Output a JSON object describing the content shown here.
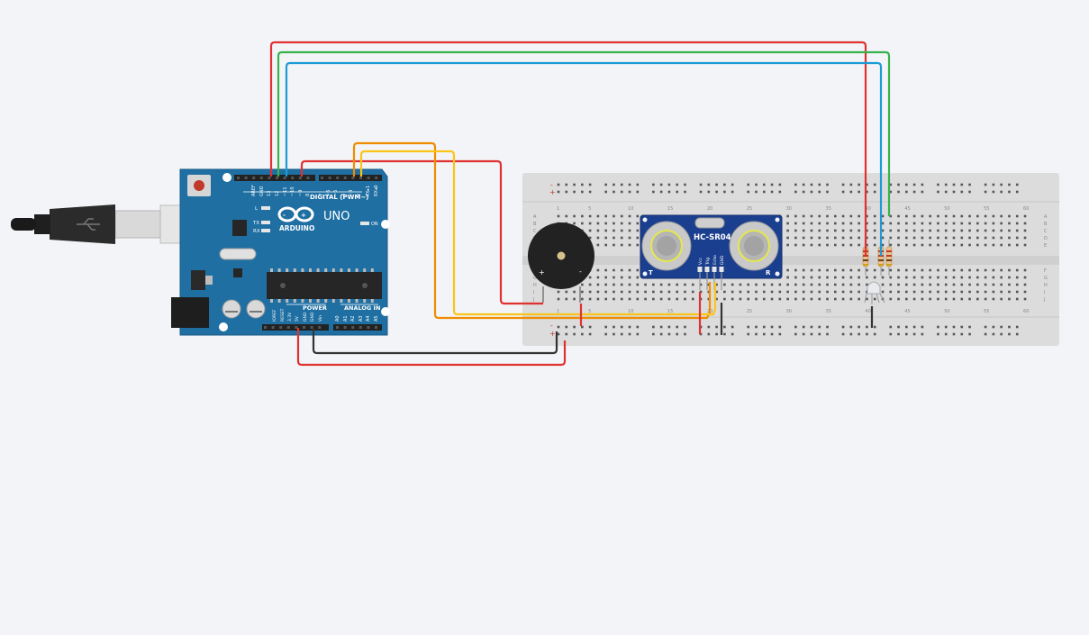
{
  "canvas": {
    "background": "#f2f4f7"
  },
  "arduino": {
    "brand": "ARDUINO",
    "model": "UNO",
    "digital_header": "DIGITAL (PWM~)",
    "power_header": "POWER",
    "analog_header": "ANALOG IN",
    "on_label": "ON",
    "led_l": "L",
    "led_tx": "TX",
    "led_rx": "RX",
    "top_pins": [
      "AREF",
      "GND",
      "13",
      "12",
      "~11",
      "~10",
      "~9",
      "8",
      "7",
      "~6",
      "~5",
      "4",
      "~3",
      "2",
      "TX▸1",
      "RX◂0"
    ],
    "power_pins": [
      "IOREF",
      "RESET",
      "3.3V",
      "5V",
      "GND",
      "GND",
      "Vin"
    ],
    "analog_pins": [
      "A0",
      "A1",
      "A2",
      "A3",
      "A4",
      "A5"
    ],
    "board_color": "#1f6fa3"
  },
  "sensor": {
    "label": "HC-SR04",
    "t_label": "T",
    "r_label": "R",
    "pins": [
      "Vcc",
      "Trig",
      "Echo",
      "GND"
    ],
    "pcb_color": "#1b3f8f"
  },
  "breadboard": {
    "column_numbers": [
      "1",
      "5",
      "10",
      "15",
      "20",
      "25",
      "30",
      "35",
      "40",
      "45",
      "50",
      "55",
      "60"
    ],
    "row_letters_top": [
      "A",
      "B",
      "C",
      "D",
      "E"
    ],
    "row_letters_bottom": [
      "F",
      "G",
      "H",
      "I",
      "J"
    ],
    "rail_minus": "-",
    "rail_plus": "+"
  },
  "buzzer": {
    "plus": "+",
    "minus": "-"
  },
  "wire_colors": {
    "red": "#e03131",
    "green": "#37b24d",
    "blue": "#1c9bd6",
    "orange": "#f08c00",
    "yellow": "#fcc419",
    "black": "#333333"
  }
}
